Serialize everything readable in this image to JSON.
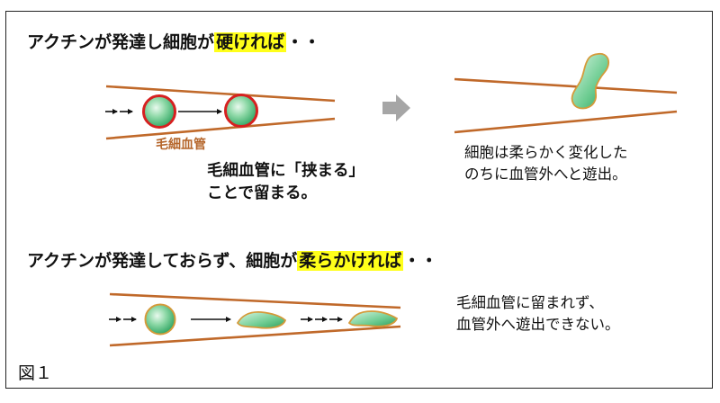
{
  "heading_top": {
    "prefix": "アクチンが発達し細胞が",
    "highlight": "硬ければ",
    "suffix": "・・"
  },
  "vessel_label": "毛細血管",
  "stuck_caption": "毛細血管に「挟まる」\nことで留まる。",
  "deform_caption": "細胞は柔らかく変化した\nのちに血管外へと遊出。",
  "heading_bottom": {
    "prefix": "アクチンが発達しておらず、細胞が",
    "highlight": "柔らかければ",
    "suffix": "・・"
  },
  "pass_caption": "毛細血管に留まれず、\n血管外へ遊出できない。",
  "figure_label": "図１",
  "colors": {
    "vessel": "#c0692a",
    "cell_rim_stiff": "#d62020",
    "cell_rim_soft": "#d59a3a",
    "cell_fill": "#3fb46e",
    "highlight": "#ffff1a",
    "process_arrow": "#a6a6a6"
  }
}
